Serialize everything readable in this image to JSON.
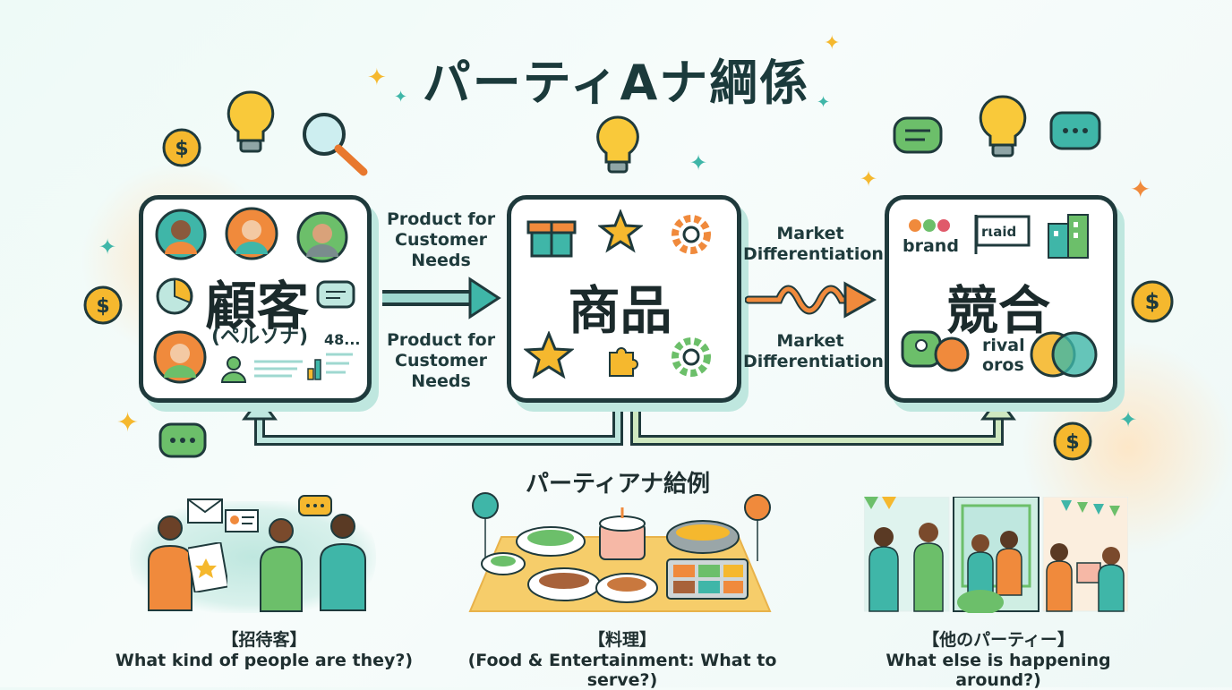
{
  "title": "パーティAナ綱係",
  "customer": {
    "title": "顧客",
    "subtitle": "(ペルソナ)",
    "count": "48..."
  },
  "product": {
    "title": "商品"
  },
  "competitor": {
    "title": "競合",
    "brand": "brand",
    "flag": "rιaid",
    "rival1": "rival",
    "rival2": "oros"
  },
  "arrow_left": {
    "top": "Product for\nCustomer\nNeeds",
    "bottom": "Product for\nCustomer\nNeeds"
  },
  "arrow_right": {
    "top": "Market\nDifferentiation",
    "bottom": "Market\nDifferentiation"
  },
  "examples_title": "パーティアナ給例",
  "bottom": [
    {
      "title": "【招待客】",
      "caption": "What kind of people are they?)"
    },
    {
      "title": "【料理】",
      "caption": "(Food & Entertainment: What to serve?)"
    },
    {
      "title": "【他のパーティー】",
      "caption": "What else is happening around?)"
    }
  ],
  "colors": {
    "teal": "#3fb6a8",
    "orange": "#f08a3c",
    "green": "#6cbf6a",
    "gold": "#f5b82e",
    "dark": "#1f3a3c"
  }
}
